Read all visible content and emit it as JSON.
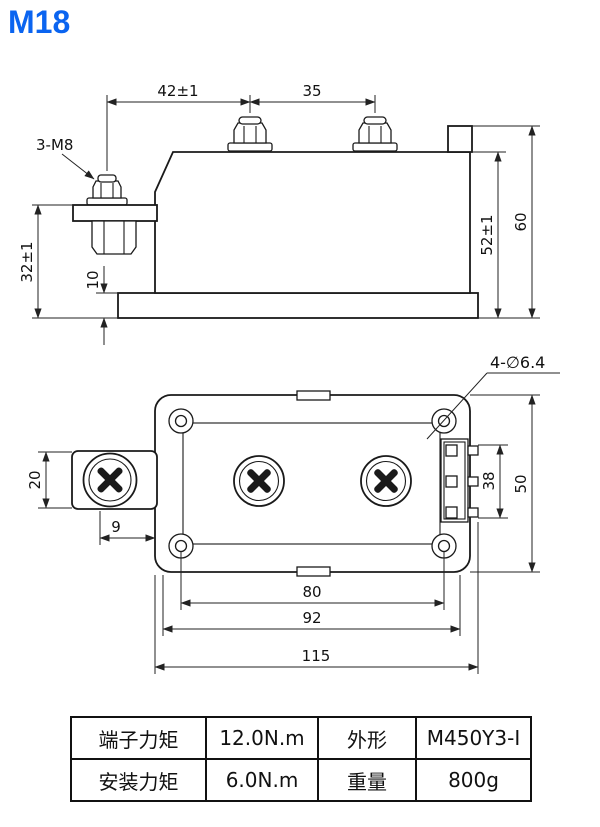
{
  "title": "M18",
  "colors": {
    "accent": "#0a64f0",
    "line": "#1a1a1a"
  },
  "side_view": {
    "dim_42": "42±1",
    "dim_35": "35",
    "thread_label": "3-M8",
    "dim_32": "32±1",
    "dim_10": "10",
    "dim_52": "52±1",
    "dim_60": "60"
  },
  "top_view": {
    "hole_label": "4-∅6.4",
    "dim_20": "20",
    "dim_9": "9",
    "dim_38": "38",
    "dim_50": "50",
    "dim_80": "80",
    "dim_92": "92",
    "dim_115": "115"
  },
  "spec_table": {
    "rows": [
      {
        "c0": "端子力矩",
        "c1": "12.0N.m",
        "c2": "外形",
        "c3": "M450Y3-I"
      },
      {
        "c0": "安装力矩",
        "c1": "6.0N.m",
        "c2": "重量",
        "c3": "800g"
      }
    ]
  }
}
